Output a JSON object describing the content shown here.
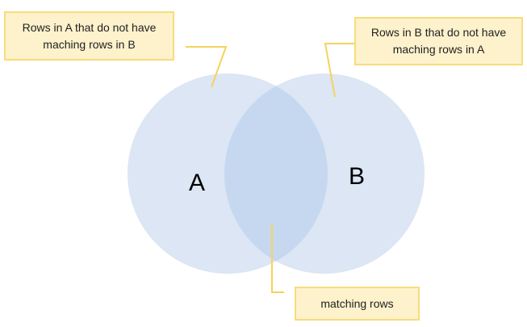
{
  "sets": {
    "a_label": "A",
    "b_label": "B"
  },
  "callouts": {
    "a_only": "Rows in A that do not have\nmaching rows in B",
    "b_only": "Rows in B that do not have\nmaching rows in A",
    "intersection": "matching rows"
  },
  "colors": {
    "circle_fill": "#dce6f4",
    "intersection_fill": "#c5d8ef",
    "callout_fill": "#fdf2cc",
    "callout_border": "#f7dc7a",
    "leader_line": "#f5d35d"
  }
}
